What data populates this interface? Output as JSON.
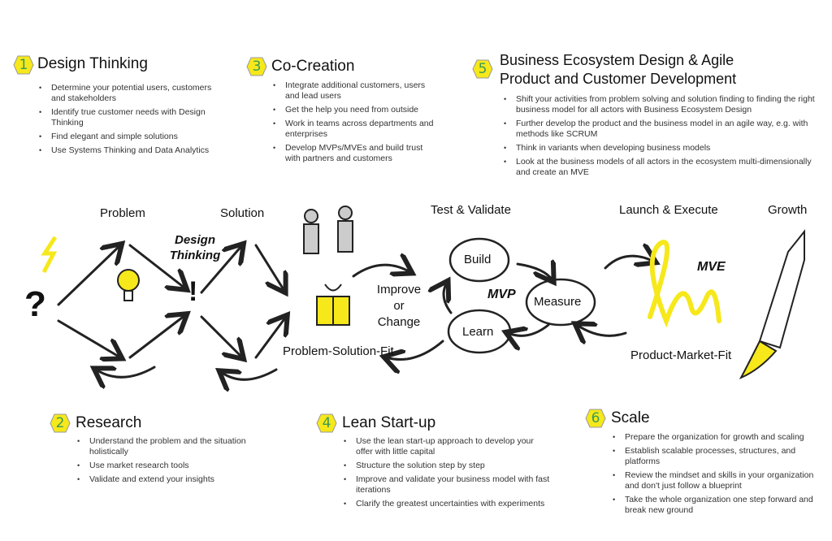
{
  "colors": {
    "accent_yellow": "#f6e81a",
    "hex_number": "#3a9a5a",
    "ink": "#111111"
  },
  "sections": [
    {
      "number": "1",
      "title": "Design Thinking",
      "bullets": [
        "Determine your potential users, customers and stakeholders",
        "Identify true customer needs with Design Thinking",
        "Find elegant and simple solutions",
        "Use Systems Thinking and Data Analytics"
      ]
    },
    {
      "number": "2",
      "title": "Research",
      "bullets": [
        "Understand the problem and the situation holistically",
        "Use market research tools",
        "Validate and extend your insights"
      ]
    },
    {
      "number": "3",
      "title": "Co-Creation",
      "bullets": [
        "Integrate additional customers, users and lead users",
        "Get the help you need from outside",
        "Work in teams across departments and enterprises",
        "Develop MVPs/MVEs and build trust with partners and customers"
      ]
    },
    {
      "number": "4",
      "title": "Lean Start-up",
      "bullets": [
        "Use the lean start-up approach to develop your offer with little capital",
        "Structure the solution step by step",
        "Improve and validate your business model with fast iterations",
        "Clarify the greatest uncertainties with experiments"
      ]
    },
    {
      "number": "5",
      "title": "Business Ecosystem Design & Agile Product and Customer Development",
      "bullets": [
        "Shift your activities from problem solving and solution finding to finding the right business model for all actors with Business Ecosystem Design",
        "Further develop the product and the business model in an agile way, e.g. with methods like SCRUM",
        "Think in variants when developing business models",
        "Look at the business models of all actors in the ecosystem multi-dimensionally and create an MVE"
      ]
    },
    {
      "number": "6",
      "title": "Scale",
      "bullets": [
        "Prepare the organization for growth and scaling",
        "Establish scalable processes, structures, and platforms",
        "Review the mindset and skills in your organization and don't just follow a blueprint",
        "Take the whole organization one step forward and break new ground"
      ]
    }
  ],
  "diagram": {
    "problem": "Problem",
    "solution": "Solution",
    "design_thinking": "Design Thinking",
    "question": "?",
    "exclaim": "!",
    "improve": "Improve",
    "or": "or",
    "change": "Change",
    "psf": "Problem-Solution-Fit",
    "test_validate": "Test & Validate",
    "build": "Build",
    "mvp": "MVP",
    "measure": "Measure",
    "learn": "Learn",
    "launch": "Launch & Execute",
    "growth": "Growth",
    "mve": "MVE",
    "pmf": "Product-Market-Fit"
  }
}
